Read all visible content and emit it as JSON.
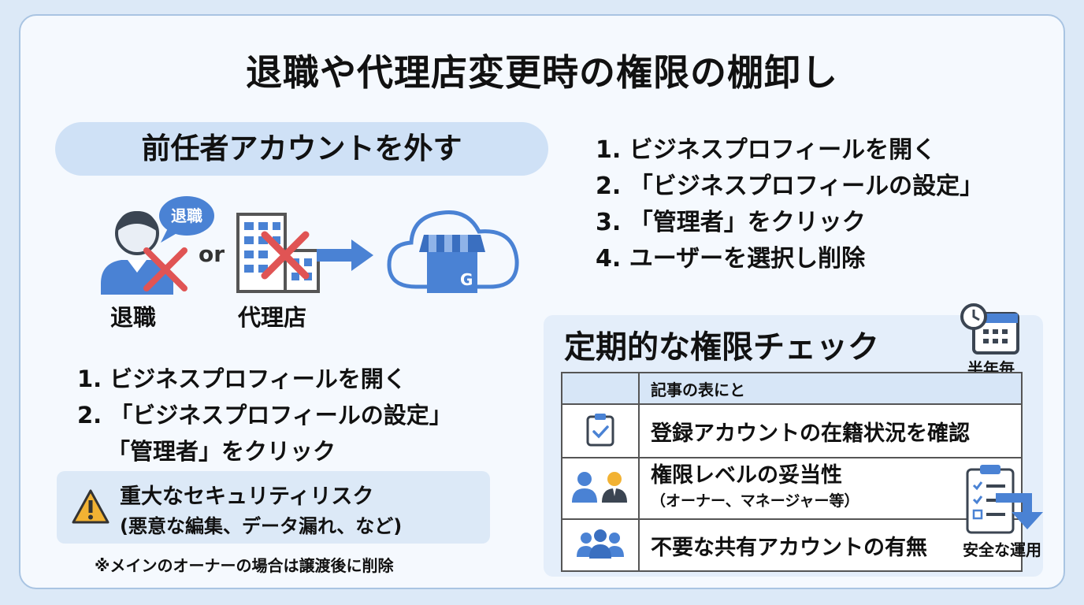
{
  "title": "退職や代理店変更時の権限の棚卸し",
  "remove_section": {
    "heading": "前任者アカウントを外す",
    "speech_bubble": "退職",
    "or_text": "or",
    "label_person": "退職",
    "label_agency": "代理店",
    "steps": [
      "1. ビジネスプロフィールを開く",
      "2. 「ビジネスプロフィールの設定」",
      "「管理者」をクリック"
    ],
    "warning": {
      "title": "重大なセキュリティリスク",
      "detail": "(悪意な編集、データ漏れ、など)"
    },
    "note": "※メインのオーナーの場合は譲渡後に削除"
  },
  "right_steps": [
    "1. ビジネスプロフィールを開く",
    "2. 「ビジネスプロフィールの設定」",
    "3. 「管理者」をクリック",
    "4. ユーザーを選択し削除"
  ],
  "periodic_check": {
    "heading": "定期的な権限チェック",
    "frequency_label": "半年毎",
    "table_header": "記事の表にと",
    "rows": [
      {
        "icon": "clipboard-check-icon",
        "text": "登録アカウントの在籍状況を確認"
      },
      {
        "icon": "users-icon",
        "text": "権限レベルの妥当性",
        "sub": "（オーナー、マネージャー等）"
      },
      {
        "icon": "group-icon",
        "text": "不要な共有アカウントの有無"
      }
    ],
    "safe_label": "安全な運用"
  },
  "colors": {
    "accent_blue": "#4a82d4",
    "cross_red": "#e05454",
    "light_blue": "#cfe1f6",
    "warning_yellow": "#f2b233"
  }
}
